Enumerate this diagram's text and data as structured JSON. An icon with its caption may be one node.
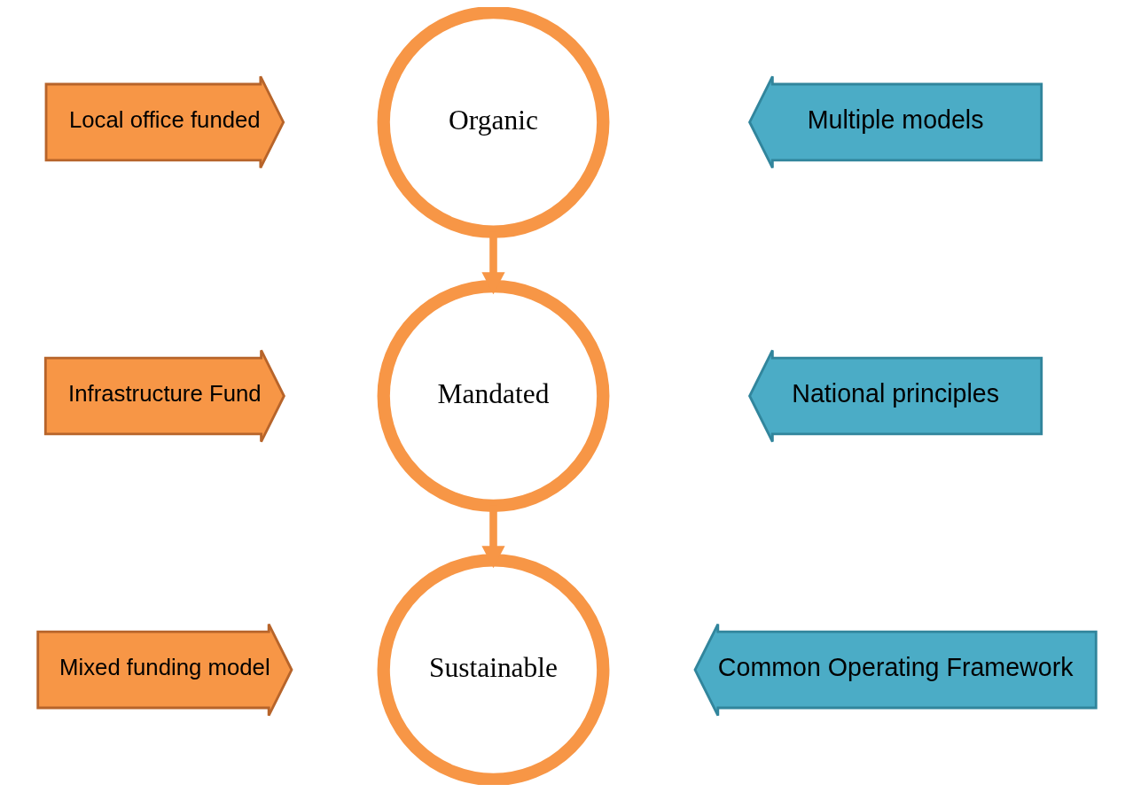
{
  "diagram": {
    "nodes": [
      {
        "text": [
          "Local office funded"
        ]
      },
      {
        "text": [
          "Organic"
        ]
      },
      {
        "text": [
          "Multiple models"
        ]
      },
      {
        "text": [
          "Infrastructure Fund"
        ]
      },
      {
        "text": [
          "Mandated"
        ]
      },
      {
        "text": [
          "National principles"
        ]
      },
      {
        "text": [
          "Mixed funding model"
        ]
      },
      {
        "text": [
          "Sustainable"
        ]
      },
      {
        "text": [
          "Common Operating Framework"
        ]
      }
    ],
    "edges": [
      {
        "from": 1,
        "to": 4,
        "arrow": "to"
      },
      {
        "from": 4,
        "to": 7,
        "arrow": "to"
      }
    ]
  }
}
